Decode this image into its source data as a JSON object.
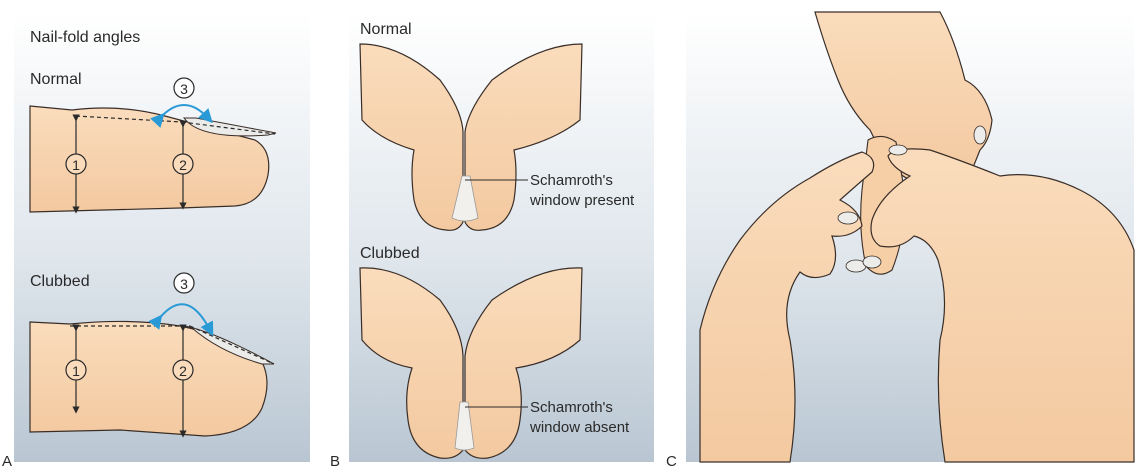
{
  "panel_a": {
    "heading": "Nail-fold angles",
    "normal_label": "Normal",
    "clubbed_label": "Clubbed",
    "marker_1": "1",
    "marker_2": "2",
    "marker_3": "3",
    "panel_letter": "A"
  },
  "panel_b": {
    "normal_label": "Normal",
    "clubbed_label": "Clubbed",
    "present_line1": "Schamroth's",
    "present_line2": "window present",
    "absent_line1": "Schamroth's",
    "absent_line2": "window absent",
    "panel_letter": "B"
  },
  "panel_c": {
    "panel_letter": "C"
  },
  "colors": {
    "panel_bg_top": "#ffffff",
    "panel_bg_bottom": "#b9c6d2",
    "skin": "#f7d3ad",
    "skin_shadow": "#e8b98e",
    "outline": "#3a2e28",
    "nail": "#e8e8e6",
    "arrow": "#2a9ad6"
  }
}
